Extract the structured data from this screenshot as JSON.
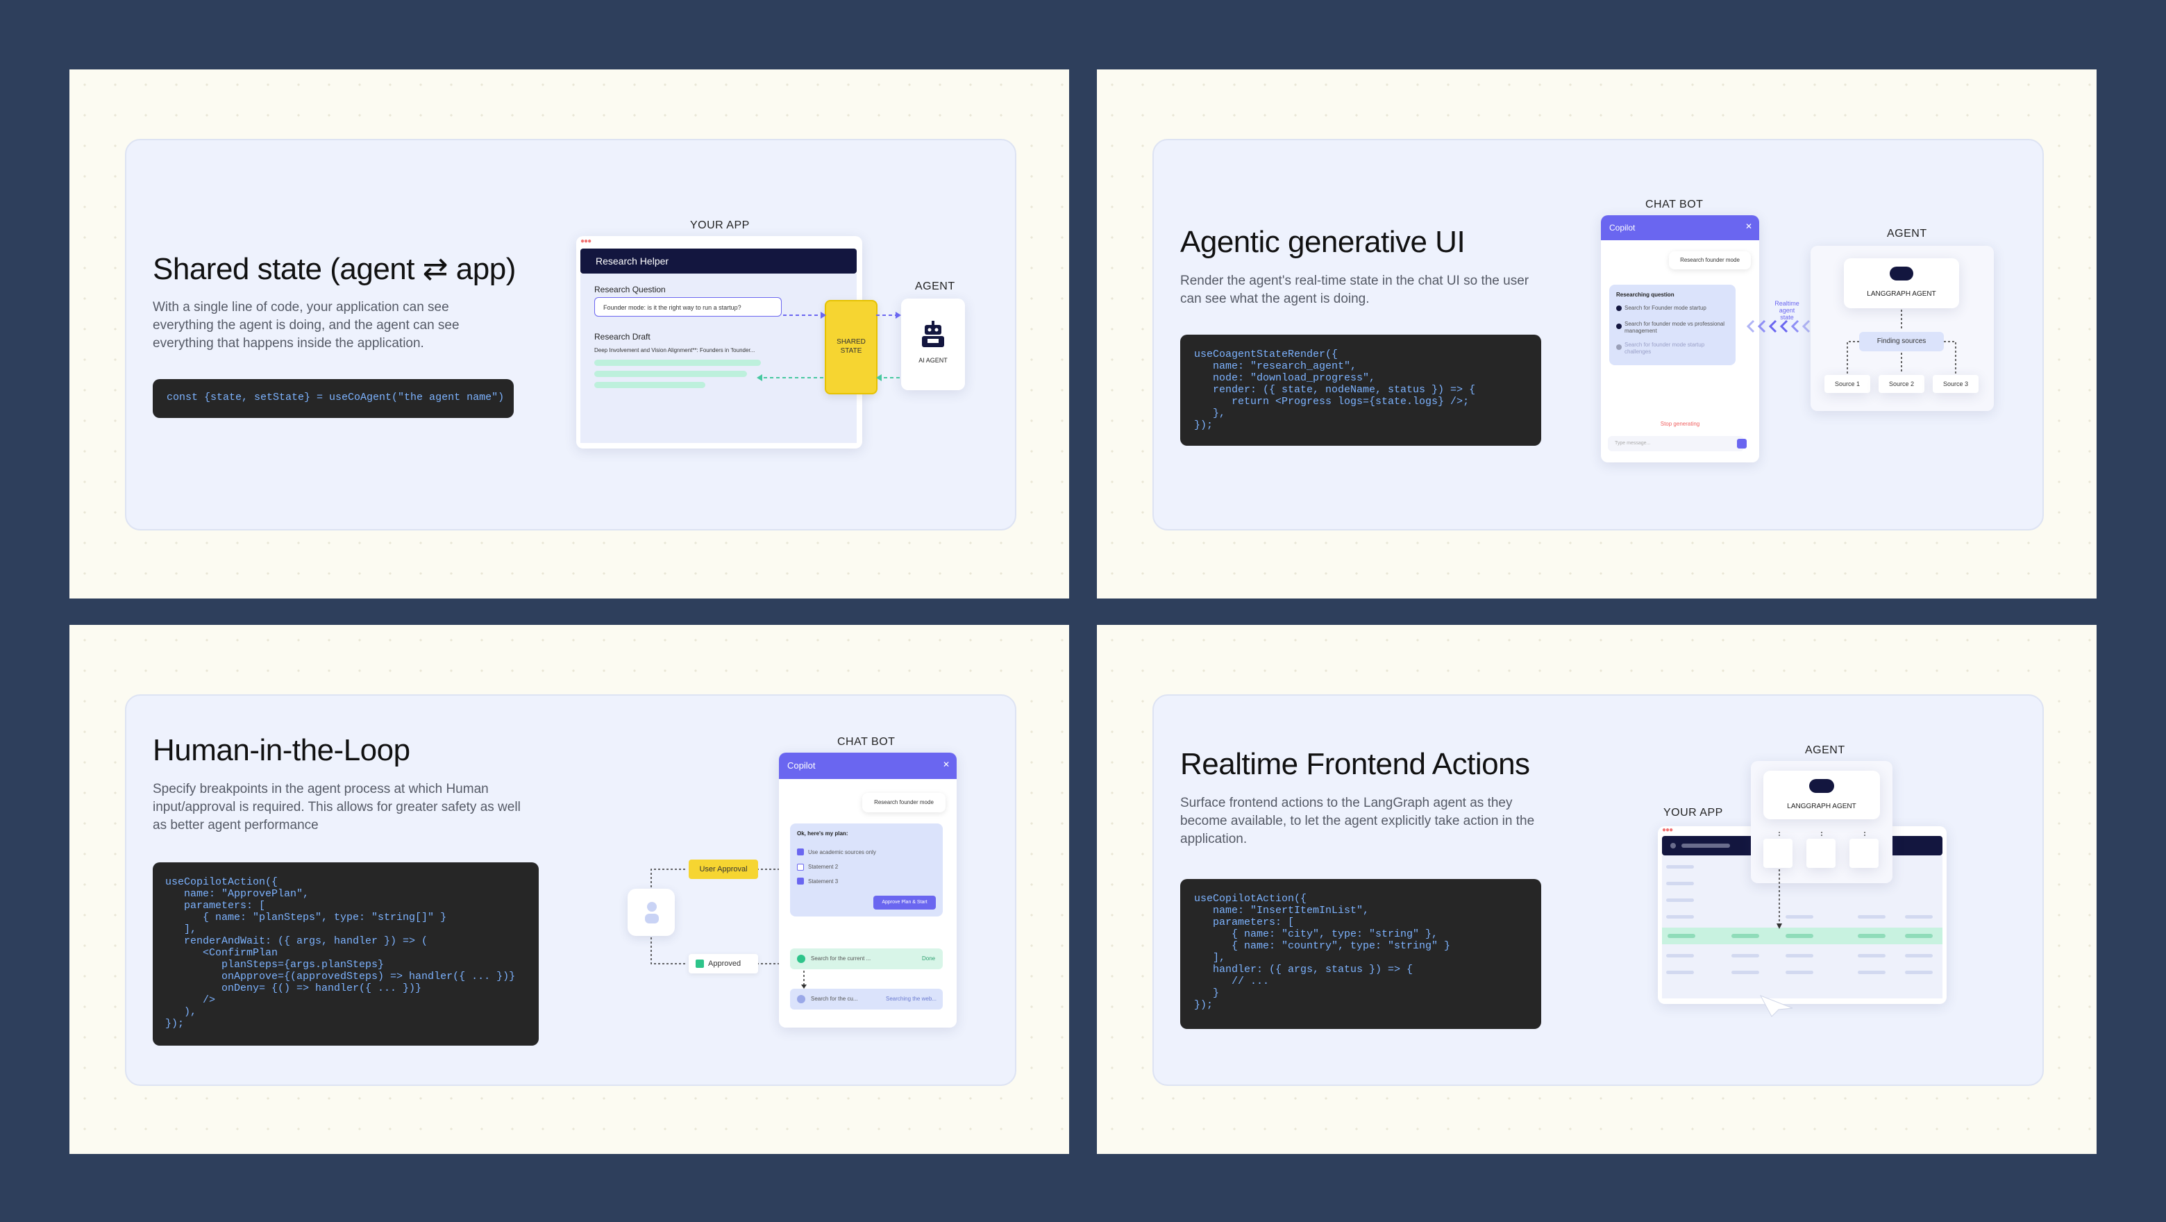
{
  "panels": {
    "shared_state": {
      "title": "Shared state (agent ⇄ app)",
      "description": "With a single line of code, your application can see everything the agent is doing, and the agent can see everything that happens inside the application.",
      "code": "const {state, setState} = useCoAgent(\"the agent name\")",
      "labels": {
        "your_app": "YOUR APP",
        "agent": "AGENT",
        "shared_state": "SHARED STATE",
        "ai_agent": "AI AGENT"
      },
      "app": {
        "header": "Research Helper",
        "question_label": "Research Question",
        "question_value": "Founder mode: is it the right way to run a startup?",
        "draft_label": "Research Draft",
        "draft_text": "Deep Involvement and Vision Alignment**: Founders in 'founder..."
      }
    },
    "generative_ui": {
      "title": "Agentic generative UI",
      "description": "Render the agent's real-time state in the chat UI so the user can see what the agent is doing.",
      "code": "useCoagentStateRender({\n   name: \"research_agent\",\n   node: \"download_progress\",\n   render: ({ state, nodeName, status }) => {\n      return <Progress logs={state.logs} />;\n   },\n});",
      "labels": {
        "chat_bot": "CHAT BOT",
        "agent": "AGENT",
        "realtime": "Realtime agent state"
      },
      "chat": {
        "header": "Copilot",
        "user_msg": "Research founder mode",
        "card_title": "Researching question",
        "steps": [
          "Search for Founder mode startup",
          "Search for founder mode vs professional management",
          "Search for founder mode startup challenges"
        ],
        "stop": "Stop generating",
        "input_placeholder": "Type message..."
      },
      "agent": {
        "name": "LANGGRAPH AGENT",
        "node": "Finding sources",
        "sources": [
          "Source 1",
          "Source 2",
          "Source 3"
        ]
      }
    },
    "hitl": {
      "title": "Human-in-the-Loop",
      "description": "Specify breakpoints in the agent process at which Human input/approval is required.  This allows for greater safety as well as better agent performance",
      "code": "useCopilotAction({\n   name: \"ApprovePlan\",\n   parameters: [\n      { name: \"planSteps\", type: \"string[]\" }\n   ],\n   renderAndWait: ({ args, handler }) => (\n      <ConfirmPlan\n         planSteps={args.planSteps}\n         onApprove={(approvedSteps) => handler({ ... })}\n         onDeny= {() => handler({ ... })}\n      />\n   ),\n});",
      "labels": {
        "chat_bot": "CHAT BOT",
        "user_approval": "User Approval",
        "approved": "Approved"
      },
      "chat": {
        "header": "Copilot",
        "user_msg": "Research founder mode",
        "plan_title": "Ok, here's my plan:",
        "plan_items": [
          "Use academic sources only",
          "Statement 2",
          "Statement 3"
        ],
        "approve_button": "Approve Plan & Start",
        "step1": "Search for the current ...",
        "step1_status": "Done",
        "step2": "Search for the cu...",
        "step2_status": "Searching the web..."
      }
    },
    "frontend_actions": {
      "title": "Realtime Frontend Actions",
      "description": "Surface frontend actions to the LangGraph agent as they become available, to let the agent explicitly take action in the application.",
      "code": "useCopilotAction({\n   name: \"InsertItemInList\",\n   parameters: [\n      { name: \"city\", type: \"string\" },\n      { name: \"country\", type: \"string\" }\n   ],\n   handler: ({ args, status }) => {\n      // ...\n   }\n});",
      "labels": {
        "agent": "AGENT",
        "your_app": "YOUR APP",
        "agent_name": "LANGGRAPH AGENT"
      }
    }
  },
  "colors": {
    "page_bg": "#2e3f5c",
    "panel_bg": "#fcfbf2",
    "card_bg": "#eef2fd",
    "code_bg": "#262626",
    "accent": "#6a66f0",
    "yellow": "#f6d531",
    "mint": "#bdf0dc"
  }
}
